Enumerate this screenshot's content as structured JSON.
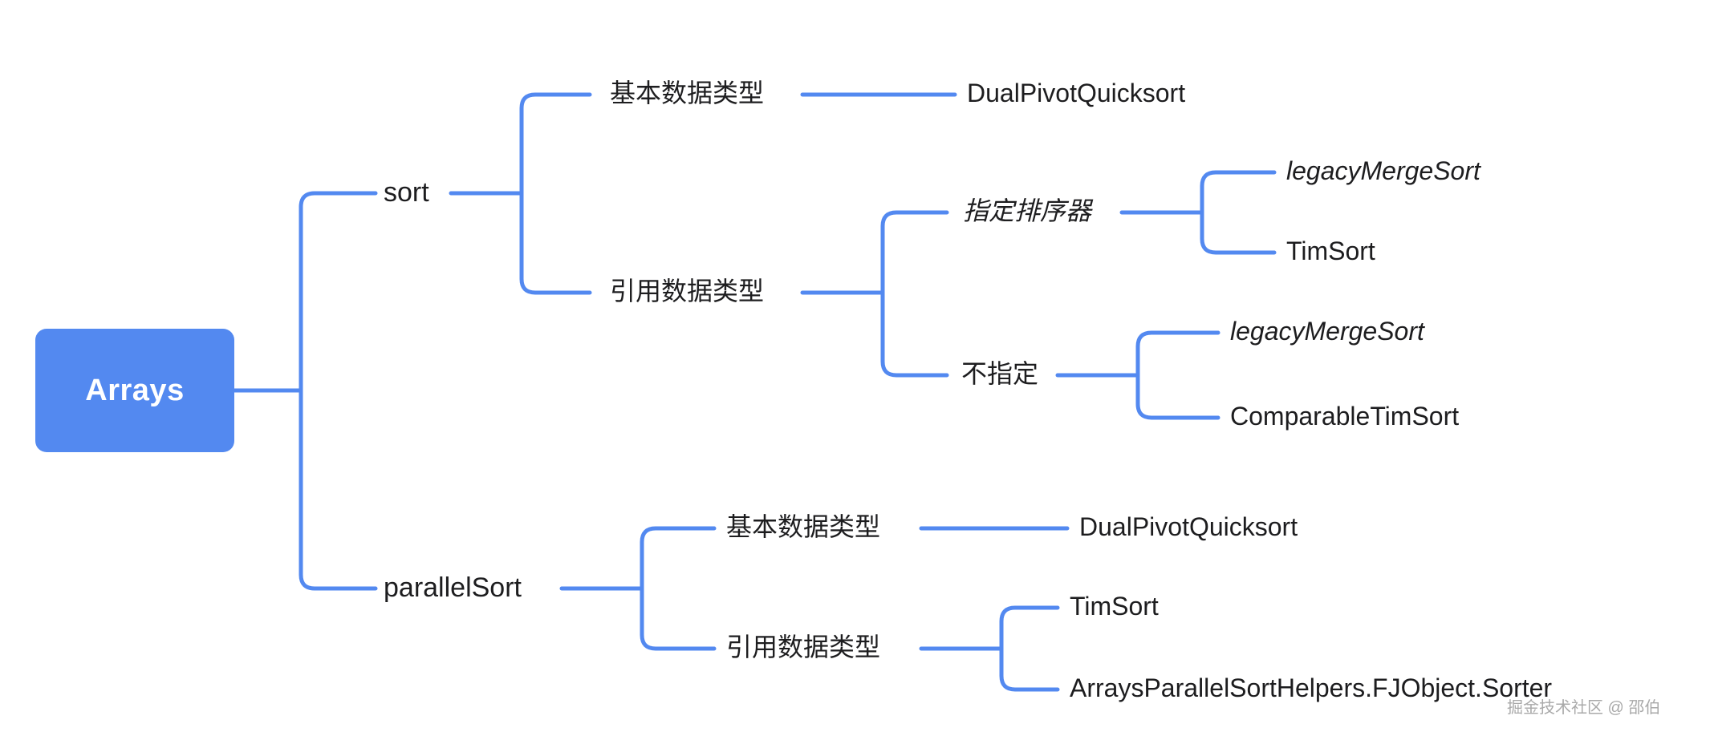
{
  "theme": {
    "background": "#ffffff",
    "edge_color": "#5389f0",
    "root_fill": "#5389f0",
    "root_text_color": "#ffffff",
    "node_text_color": "#1d1d1f",
    "watermark_color": "#9b9b9b"
  },
  "diagram": {
    "type": "mindmap",
    "orientation": "left-to-right",
    "root": "Arrays"
  },
  "nodes": {
    "root": {
      "label": "Arrays"
    },
    "sort": {
      "label": "sort",
      "italic": false
    },
    "parallel_sort": {
      "label": "parallelSort",
      "italic": false
    },
    "sort_primitive": {
      "label": "基本数据类型",
      "italic": false
    },
    "sort_reference": {
      "label": "引用数据类型",
      "italic": false
    },
    "sort_primitive_impl": {
      "label": "DualPivotQuicksort",
      "italic": false
    },
    "sort_with_comparator": {
      "label": "指定排序器",
      "italic": true
    },
    "sort_without_comparator": {
      "label": "不指定",
      "italic": false
    },
    "sort_cmp_legacy": {
      "label": "legacyMergeSort",
      "italic": true
    },
    "sort_cmp_tim": {
      "label": "TimSort",
      "italic": false
    },
    "sort_nocmp_legacy": {
      "label": "legacyMergeSort",
      "italic": true
    },
    "sort_nocmp_comparable": {
      "label": "ComparableTimSort",
      "italic": false
    },
    "ps_primitive": {
      "label": "基本数据类型",
      "italic": false
    },
    "ps_reference": {
      "label": "引用数据类型",
      "italic": false
    },
    "ps_primitive_impl": {
      "label": "DualPivotQuicksort",
      "italic": false
    },
    "ps_ref_tim": {
      "label": "TimSort",
      "italic": false
    },
    "ps_ref_fjobject": {
      "label": "ArraysParallelSortHelpers.FJObject.Sorter",
      "italic": false
    }
  },
  "tree": [
    {
      "id": "sort",
      "children": [
        {
          "id": "sort_primitive",
          "children": [
            {
              "id": "sort_primitive_impl"
            }
          ]
        },
        {
          "id": "sort_reference",
          "children": [
            {
              "id": "sort_with_comparator",
              "children": [
                {
                  "id": "sort_cmp_legacy"
                },
                {
                  "id": "sort_cmp_tim"
                }
              ]
            },
            {
              "id": "sort_without_comparator",
              "children": [
                {
                  "id": "sort_nocmp_legacy"
                },
                {
                  "id": "sort_nocmp_comparable"
                }
              ]
            }
          ]
        }
      ]
    },
    {
      "id": "parallel_sort",
      "children": [
        {
          "id": "ps_primitive",
          "children": [
            {
              "id": "ps_primitive_impl"
            }
          ]
        },
        {
          "id": "ps_reference",
          "children": [
            {
              "id": "ps_ref_tim"
            },
            {
              "id": "ps_ref_fjobject"
            }
          ]
        }
      ]
    }
  ],
  "watermark": {
    "text": "掘金技术社区 @ 邵伯"
  }
}
